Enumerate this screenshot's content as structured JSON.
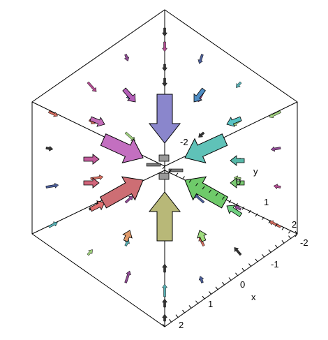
{
  "chart_data": {
    "type": "vector_field_3d",
    "title": "",
    "axes": {
      "x": {
        "label": "x",
        "ticks": [
          "-2",
          "-1",
          "0",
          "1",
          "2"
        ]
      },
      "y": {
        "label": "y",
        "ticks": [
          "-2",
          "0",
          "1",
          "2"
        ]
      },
      "z": {
        "label": "",
        "ticks": []
      }
    },
    "grid": false,
    "box": true,
    "field": {
      "description_of_marks": "arrows point toward the origin from all directions; large arrows near center along vertical axis and diagonals",
      "big_arrows": [
        {
          "dir": "down",
          "color": "#8a86cc"
        },
        {
          "dir": "up",
          "color": "#b8b878"
        },
        {
          "dir": "right",
          "color": "#c36fc0"
        },
        {
          "dir": "left",
          "color": "#5fc2b8"
        },
        {
          "dir": "up-right",
          "color": "#cd6e74"
        },
        {
          "dir": "up-left",
          "color": "#6fca6a"
        }
      ],
      "small_arrow_colors": [
        "#8e4a93",
        "#4c5e98",
        "#b24c91",
        "#57b0b4",
        "#d26c5e",
        "#9fd07d",
        "#333333"
      ]
    }
  }
}
